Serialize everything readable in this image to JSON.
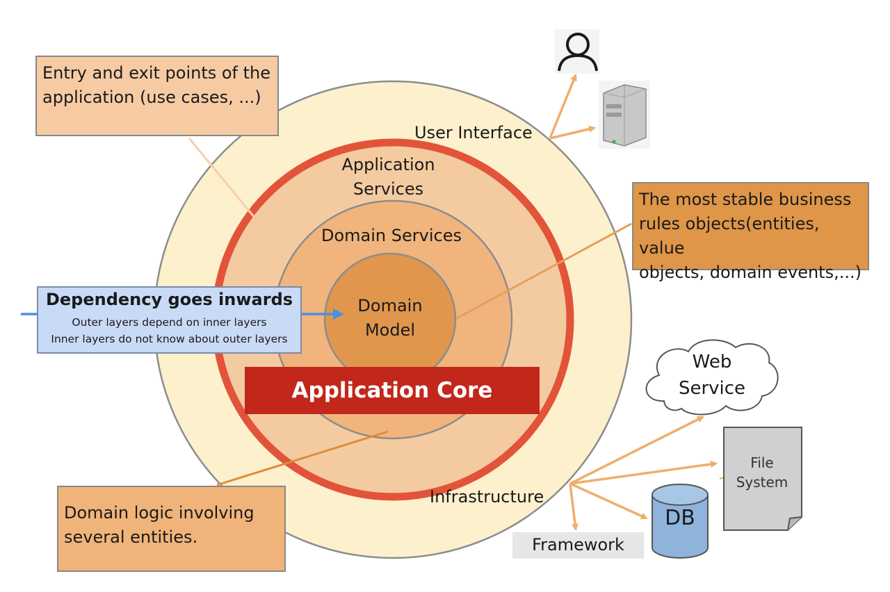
{
  "rings": {
    "user_interface": "User Interface",
    "application_services": [
      "Application",
      "Services"
    ],
    "domain_services": "Domain Services",
    "domain_model": [
      "Domain",
      "Model"
    ],
    "infrastructure": "Infrastructure"
  },
  "core_label": "Application Core",
  "notes": {
    "entry_exit": [
      "Entry and exit points of the",
      "application (use cases, ...)"
    ],
    "stable_rules": [
      "The most stable business",
      "rules objects(entities, value",
      "objects, domain events,...)"
    ],
    "domain_logic": [
      "Domain logic involving",
      "several entities."
    ]
  },
  "dependency": {
    "title": "Dependency goes inwards",
    "line1": "Outer layers depend on inner layers",
    "line2": "Inner layers do not know about outer layers"
  },
  "externals": {
    "web_service": [
      "Web",
      "Service"
    ],
    "file_system": [
      "File",
      "System"
    ],
    "db": "DB",
    "framework": "Framework",
    "user_icon": "user-icon",
    "server_icon": "server-icon"
  },
  "colors": {
    "ui_ring": "#fdf0cc",
    "app_ring_border": "#e2543a",
    "app_ring": "#f4cba1",
    "domain_services": "#f0b47c",
    "domain_model": "#e0974d",
    "core_bar": "#c1271b",
    "arrow": "#eeae6a",
    "dependency_arrow": "#4a90e2"
  }
}
